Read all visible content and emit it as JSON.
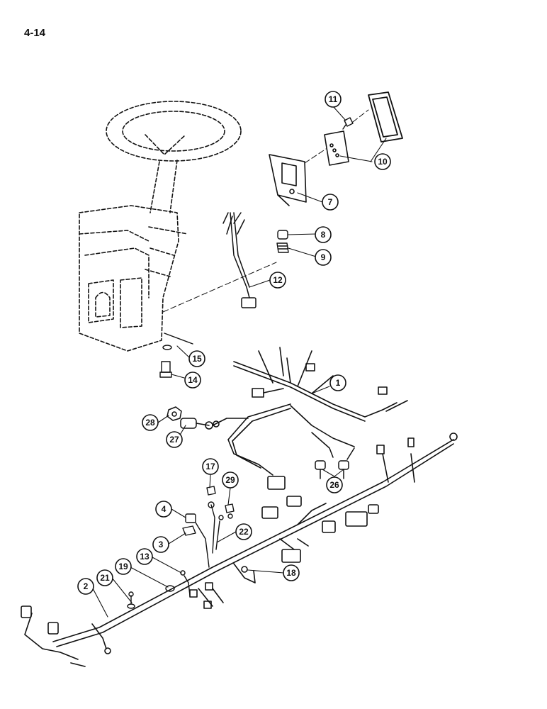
{
  "page": {
    "number": "4-14"
  },
  "callouts": {
    "c1": "1",
    "c2": "2",
    "c3": "3",
    "c4": "4",
    "c7": "7",
    "c8": "8",
    "c9": "9",
    "c10": "10",
    "c11": "11",
    "c12": "12",
    "c13": "13",
    "c14": "14",
    "c15": "15",
    "c17": "17",
    "c18": "18",
    "c19": "19",
    "c21": "21",
    "c22": "22",
    "c26": "26",
    "c27": "27",
    "c28": "28",
    "c29": "29"
  }
}
